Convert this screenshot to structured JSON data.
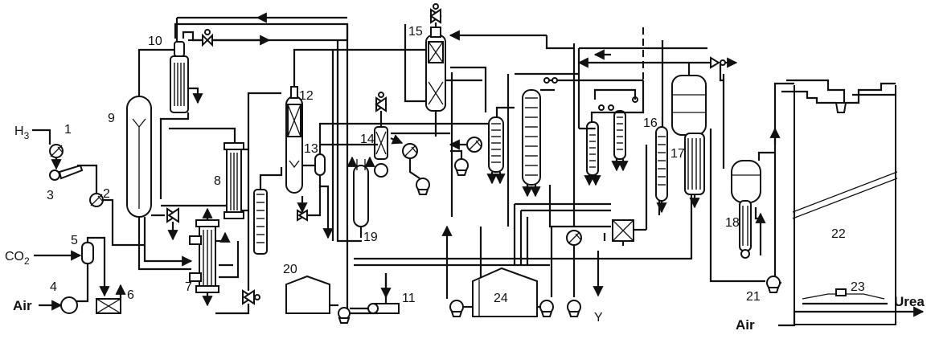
{
  "streams": {
    "h3": "H",
    "h3_sub": "3",
    "co2": "CO",
    "co2_sub": "2",
    "air_left": "Air",
    "air_right": "Air",
    "urea": "Urea",
    "y": "Y"
  },
  "units": {
    "u1": "1",
    "u2": "2",
    "u3": "3",
    "u4": "4",
    "u5": "5",
    "u6": "6",
    "u7": "7",
    "u8": "8",
    "u9": "9",
    "u10": "10",
    "u11": "11",
    "u12": "12",
    "u13": "13",
    "u14": "14",
    "u15": "15",
    "u16": "16",
    "u17": "17",
    "u18": "18",
    "u19": "19",
    "u20": "20",
    "u21": "21",
    "u22": "22",
    "u23": "23",
    "u24": "24"
  }
}
